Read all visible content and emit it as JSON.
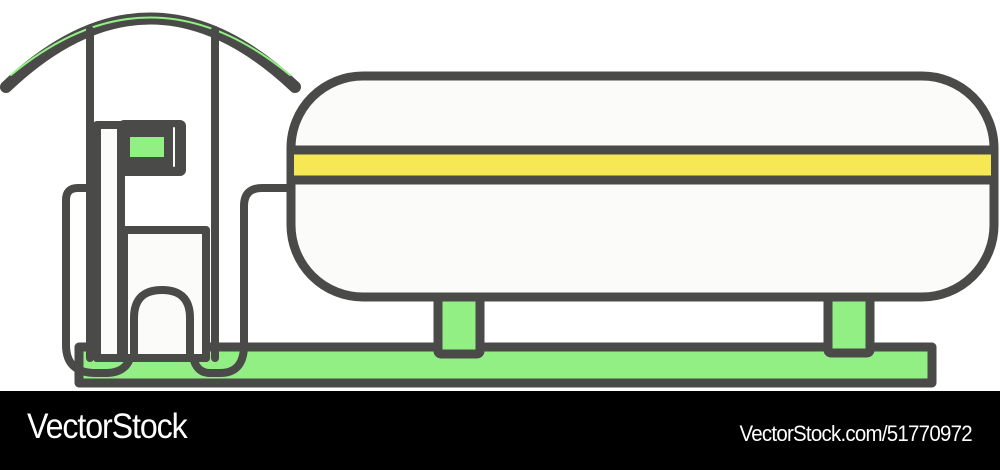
{
  "illustration": {
    "subject": "gas station with propane storage tank",
    "elements": [
      "canopy-arc",
      "fuel-pump",
      "pump-display",
      "pump-hoses",
      "horizontal-storage-tank",
      "tank-stripe",
      "tank-supports",
      "base-platform"
    ],
    "colors": {
      "outline": "#4a4a48",
      "fill_light": "#fbfbf9",
      "accent_green": "#91ef84",
      "accent_yellow": "#f6e855",
      "background": "#ffffff"
    }
  },
  "footer": {
    "brand": "VectorStock",
    "stock_id": "VectorStock.com/51770972",
    "background": "#000000",
    "text_color": "#ffffff"
  }
}
